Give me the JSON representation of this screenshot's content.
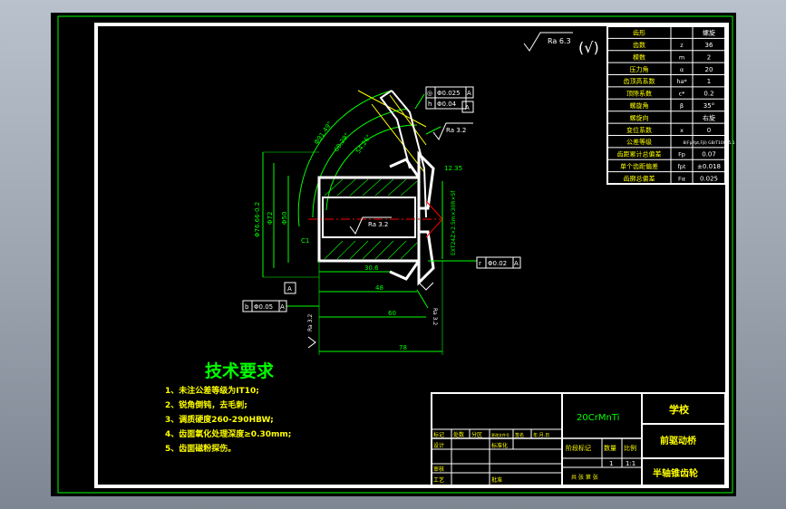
{
  "colors": {
    "background": "#000000",
    "frame": "#ffffff",
    "cad_green": "#00ff00",
    "dim_yellow": "#ffff00",
    "section_red": "#ff0000",
    "tech_title": "#00ff00",
    "frame_border": "#00ff00"
  },
  "surface_finish_note": {
    "value": "Ra 6.3",
    "symbol": "(√)"
  },
  "tolerance_frames": [
    {
      "symbol": "◎",
      "value": "Φ0.025",
      "datum": "A"
    },
    {
      "symbol": "h",
      "value": "Φ0.04",
      "datum": ""
    },
    {
      "symbol": "r",
      "value": "Φ0.02",
      "datum": "A"
    },
    {
      "symbol": "b",
      "value": "Φ0.05",
      "datum": "A"
    }
  ],
  "roughness_labels": [
    "Ra 3.2",
    "Ra 3.2",
    "Ra 3.2",
    "Ra 3.2"
  ],
  "datum_labels": [
    "A",
    "A"
  ],
  "dimensions": {
    "d1": "Φ91.49°",
    "d2": "60.29°",
    "d3": "54.26°",
    "d4": "12.35",
    "d5": "Φ76.66-0.2",
    "d6": "Φ72",
    "d7": "Φ50",
    "d8": "C1",
    "d9": "30.6",
    "d10": "48",
    "d11": "60",
    "d12": "78",
    "spline": "EXT24Z×2.5m×30R×5f"
  },
  "param_table": [
    {
      "name": "齿形",
      "symbol": "",
      "value": "螺旋"
    },
    {
      "name": "齿数",
      "symbol": "z",
      "value": "36"
    },
    {
      "name": "模数",
      "symbol": "m",
      "value": "2"
    },
    {
      "name": "压力角",
      "symbol": "α",
      "value": "20"
    },
    {
      "name": "齿顶高系数",
      "symbol": "ha*",
      "value": "1"
    },
    {
      "name": "顶隙系数",
      "symbol": "c*",
      "value": "0.2"
    },
    {
      "name": "螺旋角",
      "symbol": "β",
      "value": "35°"
    },
    {
      "name": "螺旋向",
      "symbol": "",
      "value": "右旋"
    },
    {
      "name": "变位系数",
      "symbol": "x",
      "value": "0"
    },
    {
      "name": "公差等级",
      "symbol": "",
      "value": "8(Fp,fpt,Fβ) GB/T10095.1"
    },
    {
      "name": "齿距累计总偏差",
      "symbol": "Fp",
      "value": "0.07"
    },
    {
      "name": "单个齿距偏差",
      "symbol": "fpt",
      "value": "±0.018"
    },
    {
      "name": "齿廓总偏差",
      "symbol": "Fα",
      "value": "0.025"
    }
  ],
  "tech_requirements": {
    "title": "技术要求",
    "items": [
      "1、未注公差等级为IT10;",
      "2、锐角倒钝，去毛刺;",
      "3、调质硬度260-290HBW;",
      "4、齿面氧化处理深度≥0.30mm;",
      "5、齿面磁粉探伤。"
    ]
  },
  "title_block": {
    "material": "20CrMnTi",
    "school": "学校",
    "project": "前驱动桥",
    "part_name": "半轴锥齿轮",
    "scale_label": "比例",
    "scale": "1:1",
    "quantity_label": "数量",
    "quantity": "1",
    "weight_label": "阶段标记",
    "labels": [
      "标记",
      "处数",
      "分区",
      "更改文件号",
      "签名",
      "年.月.日",
      "设计",
      "标准化",
      "审核",
      "工艺",
      "批准"
    ],
    "sheet": "共  张  第  张"
  }
}
